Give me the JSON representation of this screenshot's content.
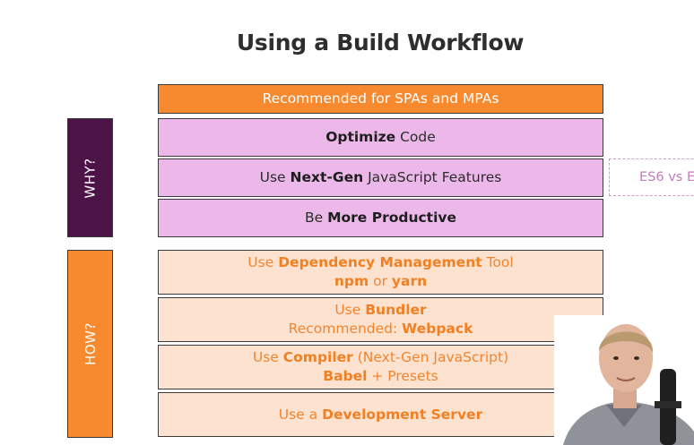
{
  "title": "Using a Build Workflow",
  "top_banner": "Recommended for SPAs and MPAs",
  "why": {
    "label": "WHY?",
    "items": [
      {
        "bold": "Optimize",
        "after": " Code"
      },
      {
        "before": "Use ",
        "bold": "Next-Gen",
        "after": " JavaScript Features"
      },
      {
        "before": "Be ",
        "bold": "More Productive"
      }
    ]
  },
  "side_note": "ES6 vs E",
  "how": {
    "label": "HOW?",
    "items": [
      {
        "line1_before": "Use ",
        "line1_bold": "Dependency Management",
        "line1_after": " Tool",
        "line2_bold_a": "npm",
        "line2_mid": " or ",
        "line2_bold_b": "yarn"
      },
      {
        "line1_before": "Use ",
        "line1_bold": "Bundler",
        "line2_before": "Recommended: ",
        "line2_bold": "Webpack"
      },
      {
        "line1_before": "Use ",
        "line1_bold": "Compiler",
        "line1_after": " (Next-Gen JavaScript)",
        "line2_bold": "Babel",
        "line2_after": " + Presets"
      },
      {
        "before": "Use a ",
        "bold": "Development Server"
      }
    ]
  },
  "colors": {
    "orange": "#f7892f",
    "purple_dark": "#4c1446",
    "pink": "#ecb8e9",
    "peach": "#fde3cf",
    "orange_text": "#f27f22"
  }
}
